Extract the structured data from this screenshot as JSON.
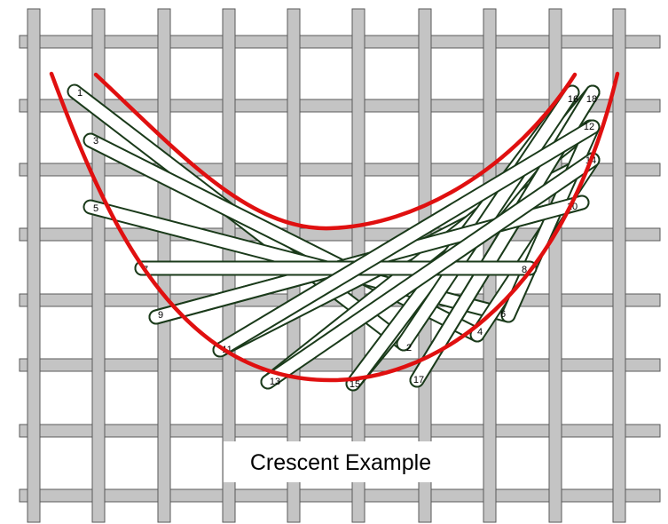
{
  "caption": "Crescent Example",
  "colors": {
    "background": "#ffffff",
    "grid_thread": "#c4c4c4",
    "grid_edge": "#5a5a5a",
    "stitch_outline": "#1a3a1a",
    "stitch_fill": "#ffffff",
    "guide_curve": "#e01010"
  },
  "stitch_labels": [
    "1",
    "2",
    "3",
    "4",
    "5",
    "6",
    "7",
    "8",
    "9",
    "10",
    "11",
    "12",
    "13",
    "14",
    "15",
    "16",
    "17",
    "18"
  ]
}
